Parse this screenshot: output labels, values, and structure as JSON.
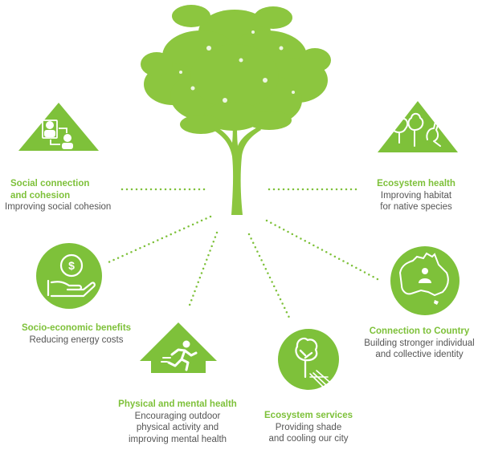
{
  "accent_color": "#7ec13a",
  "text_color": "#555555",
  "items": [
    {
      "id": "social",
      "title": [
        "Social connection",
        "and cohesion"
      ],
      "desc": [
        "Improving social cohesion"
      ],
      "icon": "people-network-icon"
    },
    {
      "id": "ecosystem-health",
      "title": [
        "Ecosystem health"
      ],
      "desc": [
        "Improving habitat",
        "for native species"
      ],
      "icon": "tree-kangaroo-icon"
    },
    {
      "id": "socio-economic",
      "title": [
        "Socio-economic benefits"
      ],
      "desc": [
        "Reducing energy costs"
      ],
      "icon": "hand-coin-icon"
    },
    {
      "id": "connection-country",
      "title": [
        "Connection to Country"
      ],
      "desc": [
        "Building stronger individual",
        "and collective identity"
      ],
      "icon": "australia-map-person-icon"
    },
    {
      "id": "physical-mental",
      "title": [
        "Physical and mental health"
      ],
      "desc": [
        "Encouraging outdoor",
        "physical activity and",
        "improving mental health"
      ],
      "icon": "running-person-icon"
    },
    {
      "id": "ecosystem-services",
      "title": [
        "Ecosystem services"
      ],
      "desc": [
        "Providing shade",
        "and cooling our city"
      ],
      "icon": "tree-shade-icon"
    }
  ],
  "tree_icon": "tree-icon"
}
